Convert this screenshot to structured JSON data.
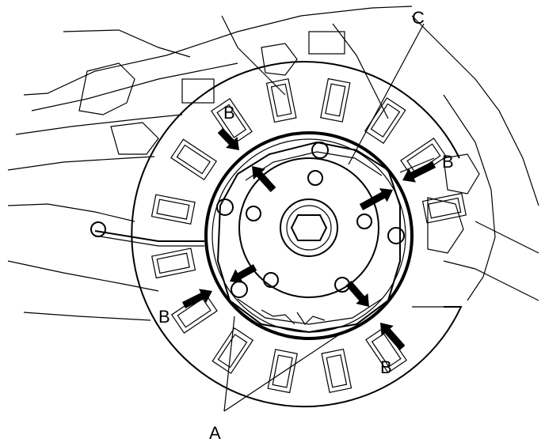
{
  "diagram": {
    "labels": {
      "a": "A",
      "b": "B",
      "c": "C"
    },
    "colors": {
      "line": "#000000",
      "background": "#ffffff"
    }
  }
}
